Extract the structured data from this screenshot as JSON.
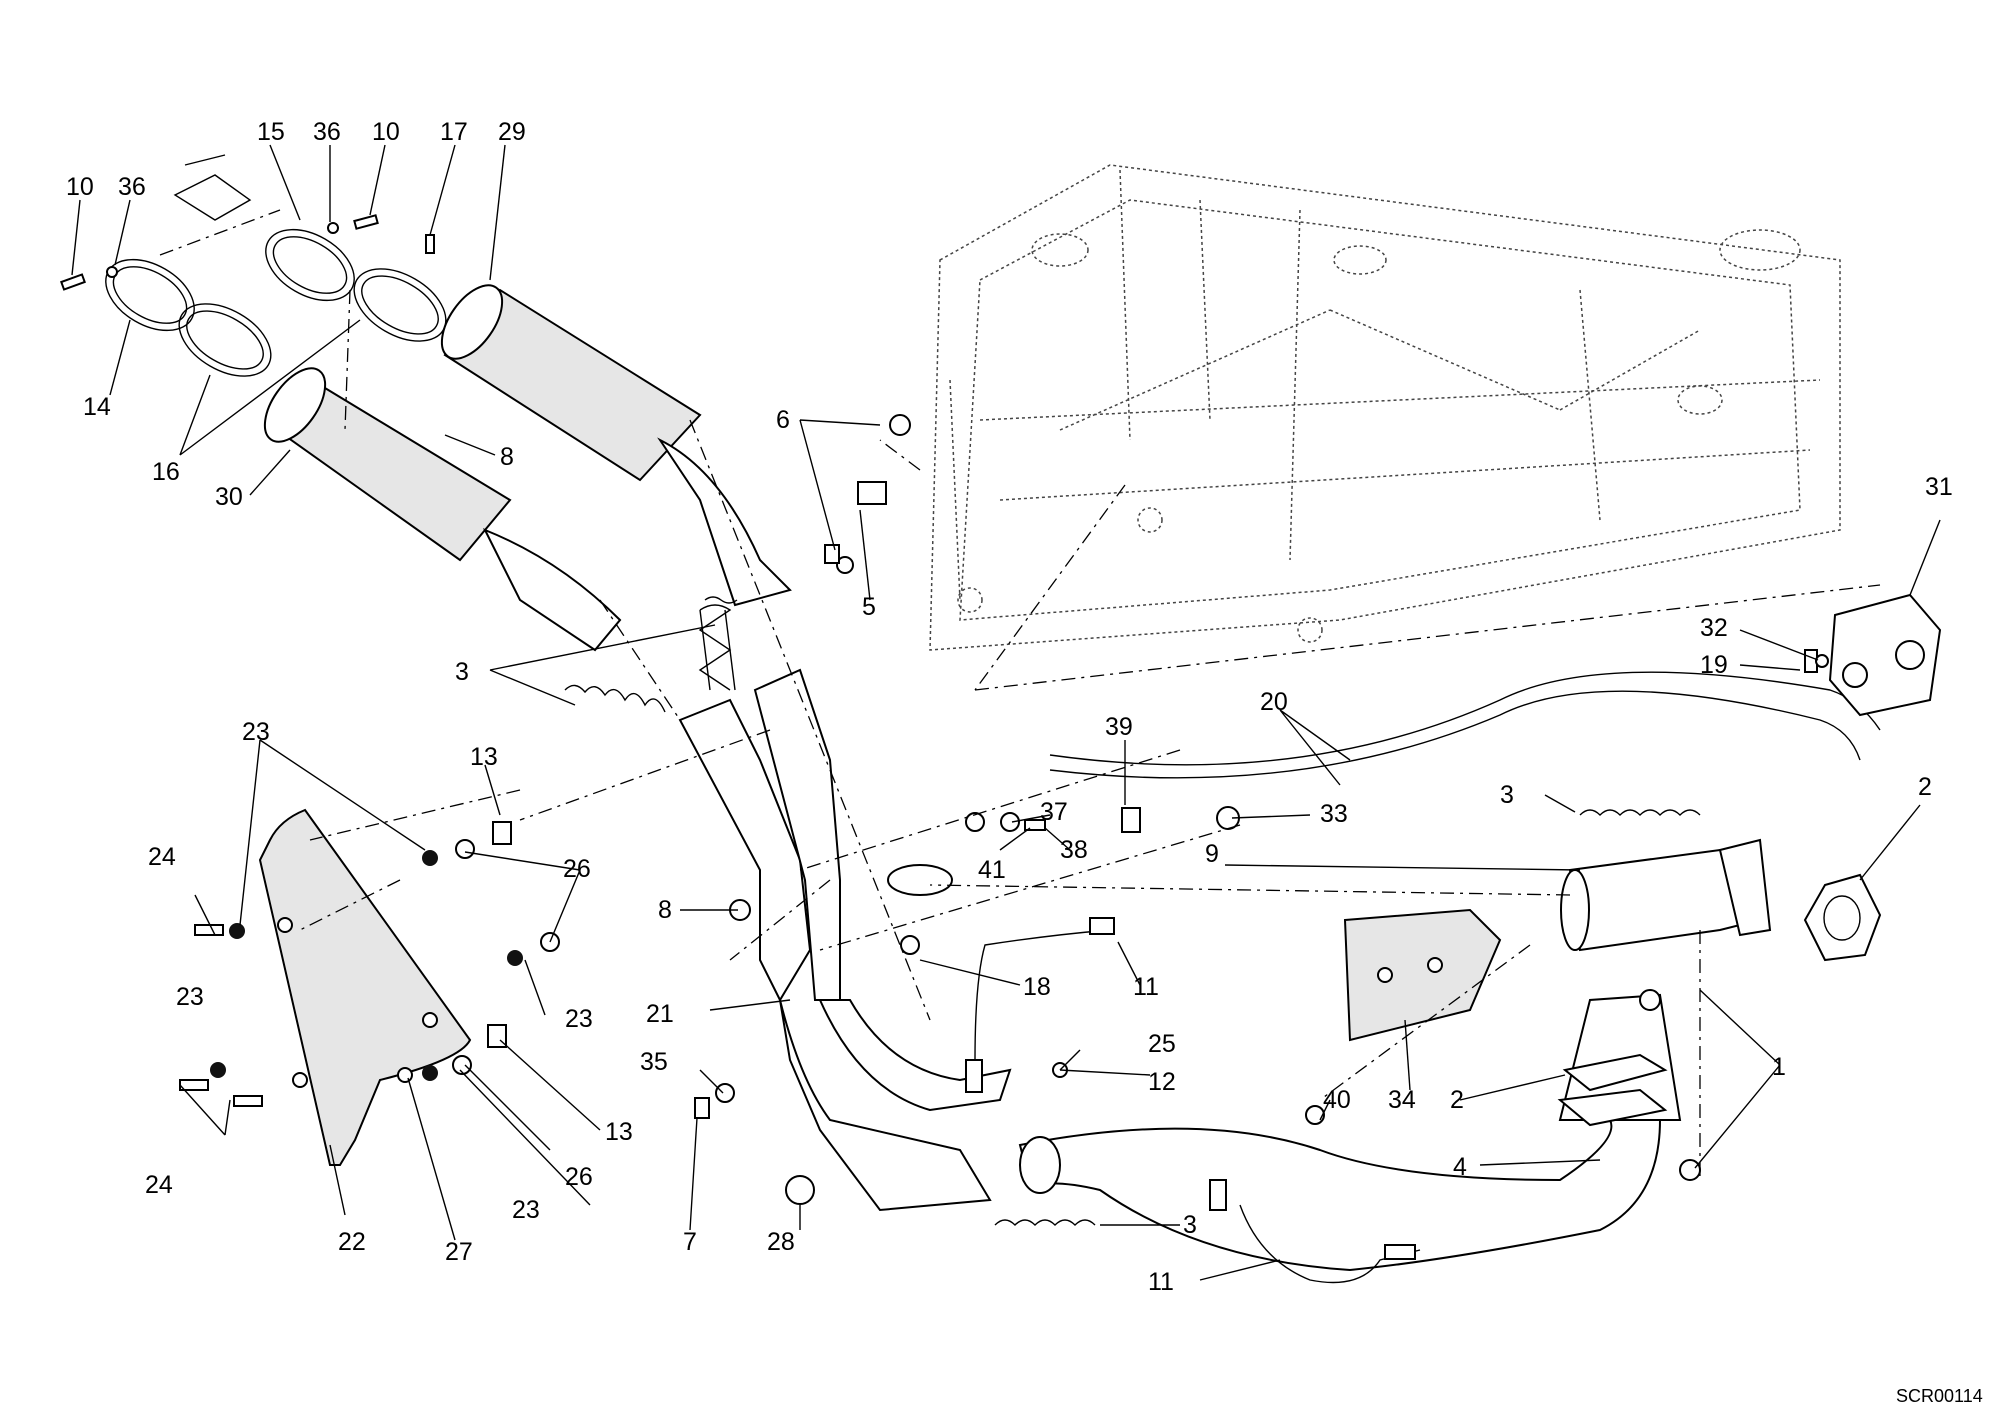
{
  "diagram": {
    "drawing_code": "SCR00114",
    "callouts": {
      "c10a": "10",
      "c36a": "36",
      "c15": "15",
      "c36b": "36",
      "c10b": "10",
      "c17": "17",
      "c29": "29",
      "c14": "14",
      "c16": "16",
      "c8a": "8",
      "c30": "30",
      "c6": "6",
      "c5": "5",
      "c31": "31",
      "c32": "32",
      "c19": "19",
      "c3a": "3",
      "c20": "20",
      "c23a": "23",
      "c13a": "13",
      "c39": "39",
      "c37": "37",
      "c33": "33",
      "c41": "41",
      "c38": "38",
      "c3b": "3",
      "c2a": "2",
      "c24a": "24",
      "c26a": "26",
      "c9": "9",
      "c8b": "8",
      "c18": "18",
      "c11a": "11",
      "c23b": "23",
      "c21": "21",
      "c23c": "23",
      "c1": "1",
      "c25": "25",
      "c12": "12",
      "c35": "35",
      "c40": "40",
      "c34": "34",
      "c2b": "2",
      "c24b": "24",
      "c13b": "13",
      "c26b": "26",
      "c4": "4",
      "c23d": "23",
      "c22": "22",
      "c27": "27",
      "c7": "7",
      "c28": "28",
      "c3c": "3",
      "c11b": "11"
    }
  }
}
